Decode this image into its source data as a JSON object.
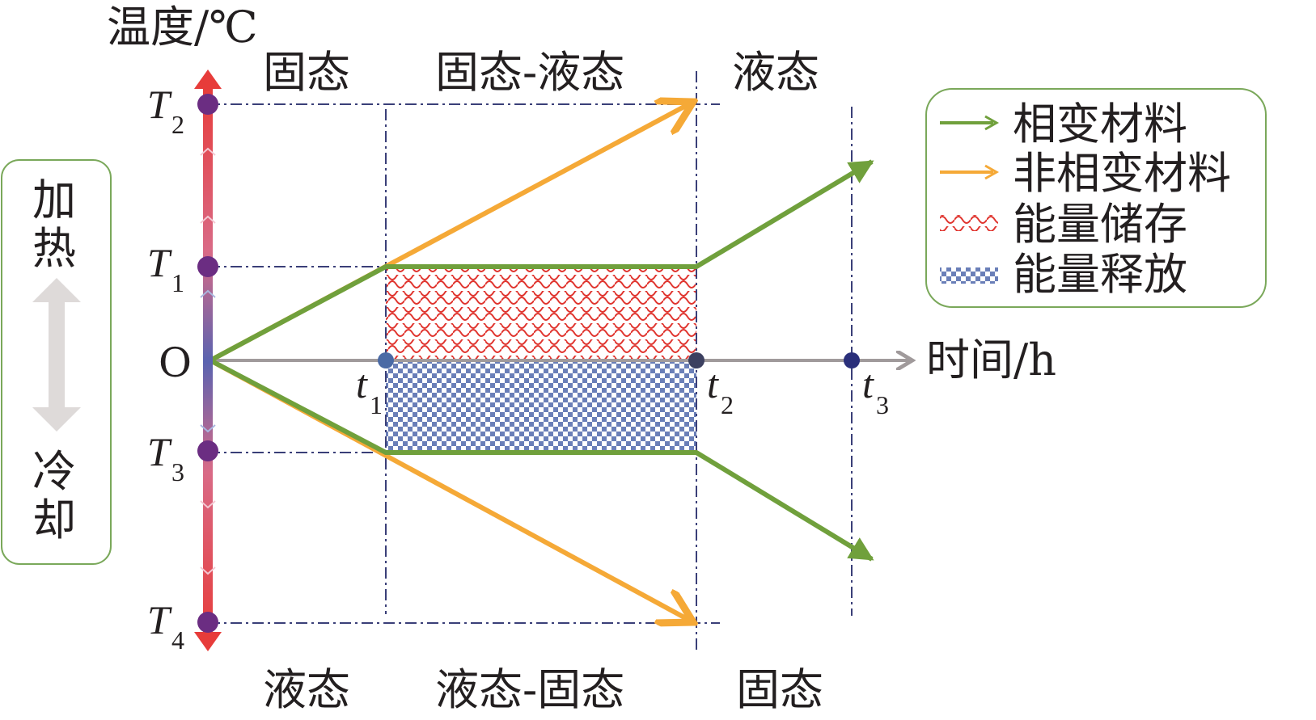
{
  "axis": {
    "y_label": "温度/℃",
    "x_label": "时间/h",
    "origin": "O"
  },
  "temperatures": [
    {
      "symbol": "T",
      "sub": "2"
    },
    {
      "symbol": "T",
      "sub": "1"
    },
    {
      "symbol": "T",
      "sub": "3"
    },
    {
      "symbol": "T",
      "sub": "4"
    }
  ],
  "times": [
    {
      "symbol": "t",
      "sub": "1"
    },
    {
      "symbol": "t",
      "sub": "2"
    },
    {
      "symbol": "t",
      "sub": "3"
    }
  ],
  "phases_top": [
    "固态",
    "固态-液态",
    "液态"
  ],
  "phases_bottom": [
    "液态",
    "液态-固态",
    "固态"
  ],
  "side_box": {
    "top": "加",
    "top2": "热",
    "bottom": "冷",
    "bottom2": "却"
  },
  "legend": [
    {
      "label": "相变材料",
      "color": "#70a03c"
    },
    {
      "label": "非相变材料",
      "color": "#f5a937"
    },
    {
      "label": "能量储存",
      "color": "#e0342e"
    },
    {
      "label": "能量释放",
      "color": "#6a7fb8"
    }
  ],
  "colors": {
    "pcm": "#70a03c",
    "non_pcm": "#f5a937",
    "dashed": "#3a3f78",
    "time_axis": "#a09a9b",
    "marker": "#6b2d82",
    "box_border": "#7aa85a"
  }
}
